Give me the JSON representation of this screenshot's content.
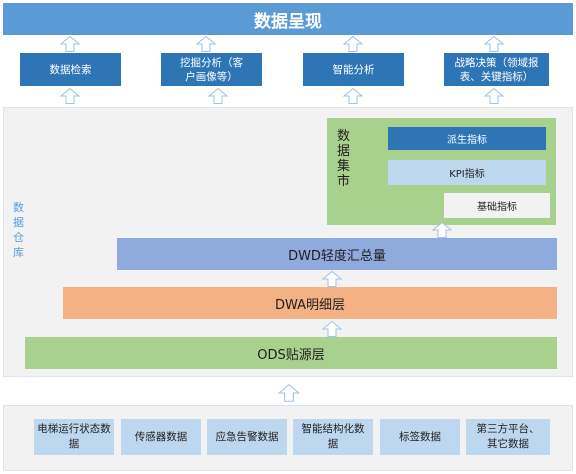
{
  "title": "数据呈现",
  "applications": [
    {
      "label": "数据检索"
    },
    {
      "label": "挖掘分析（客户画像等）"
    },
    {
      "label": "智能分析"
    },
    {
      "label": "战略决策（领域报表、关键指标）"
    }
  ],
  "warehouse_label": "数据仓库",
  "data_mart": {
    "label": "数据集市",
    "metrics": [
      {
        "label": "派生指标",
        "color": "#2e75b6"
      },
      {
        "label": "KPI指标",
        "color": "#bdd7ee"
      },
      {
        "label": "基础指标",
        "color": "#f2f2f2"
      }
    ]
  },
  "layers": [
    {
      "label": "DWD轻度汇总量",
      "color": "#8faadc"
    },
    {
      "label": "DWA明细层",
      "color": "#f4b183"
    },
    {
      "label": "ODS贴源层",
      "color": "#a9d18e"
    }
  ],
  "sources": [
    {
      "label": "电梯运行状态数据"
    },
    {
      "label": "传感器数据"
    },
    {
      "label": "应急告警数据"
    },
    {
      "label": "智能结构化数据"
    },
    {
      "label": "标签数据"
    },
    {
      "label": "第三方平台、其它数据"
    }
  ]
}
